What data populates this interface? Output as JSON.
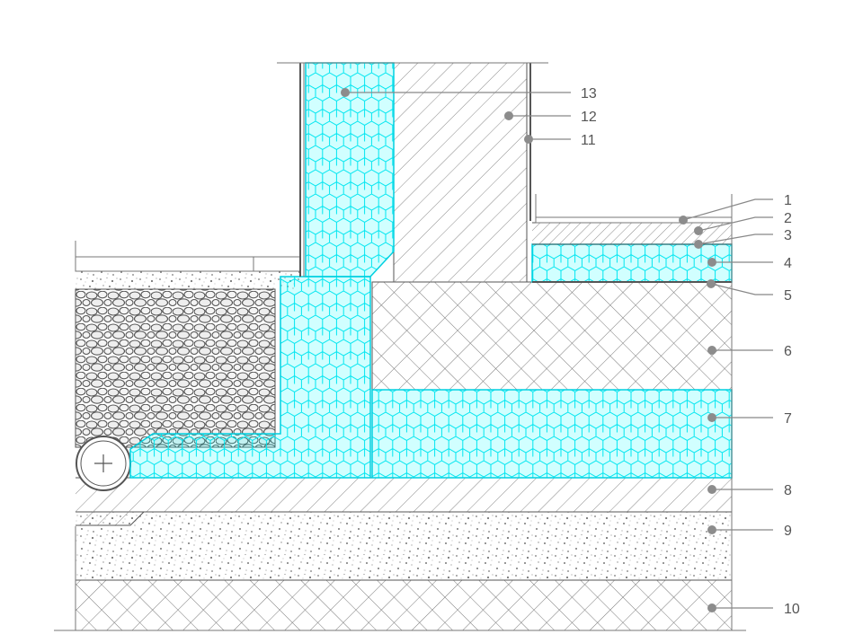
{
  "diagram": {
    "colors": {
      "insulation": "#00ffff",
      "line": "#555555",
      "callout": "#888888",
      "background": "#ffffff"
    },
    "callouts": [
      {
        "label": "1"
      },
      {
        "label": "2"
      },
      {
        "label": "3"
      },
      {
        "label": "4"
      },
      {
        "label": "5"
      },
      {
        "label": "6"
      },
      {
        "label": "7"
      },
      {
        "label": "8"
      },
      {
        "label": "9"
      },
      {
        "label": "10"
      },
      {
        "label": "11"
      },
      {
        "label": "12"
      },
      {
        "label": "13"
      }
    ]
  }
}
